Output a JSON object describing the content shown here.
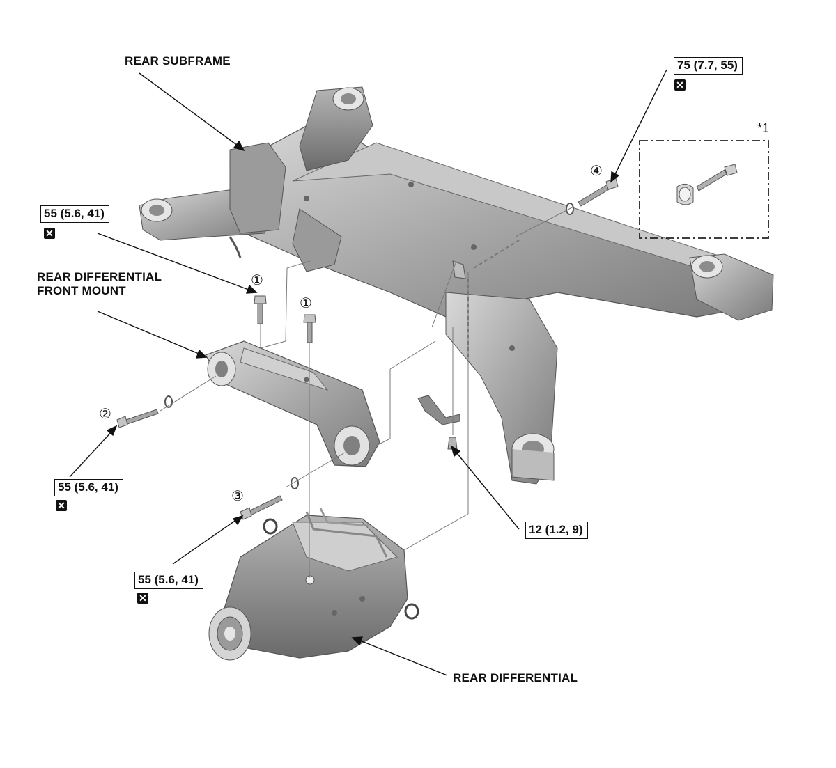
{
  "labels": {
    "rear_subframe": "REAR SUBFRAME",
    "rear_diff_front_mount_line1": "REAR DIFFERENTIAL",
    "rear_diff_front_mount_line2": "FRONT MOUNT",
    "rear_differential": "REAR DIFFERENTIAL"
  },
  "torques": {
    "top_right": "75 (7.7, 55)",
    "upper_left": "55 (5.6, 41)",
    "mid_left": "55 (5.6, 41)",
    "lower_left": "55 (5.6, 41)",
    "bracket_bolt": "12 (1.2, 9)"
  },
  "callouts": {
    "c1a": "①",
    "c1b": "①",
    "c2": "②",
    "c3": "③",
    "c4": "④"
  },
  "inset": {
    "marker": "*1"
  },
  "icons": {
    "replace_mark": "x-box-icon",
    "replace_glyph": "✕"
  }
}
